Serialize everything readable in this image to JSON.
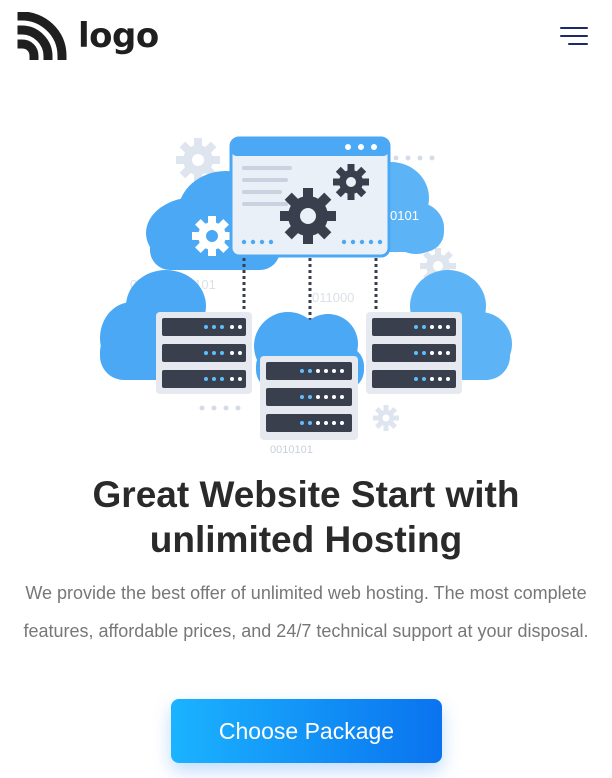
{
  "header": {
    "logo_text": "logo",
    "logo_icon": "rss-waves-icon",
    "menu_icon": "hamburger-menu-icon"
  },
  "hero": {
    "illustration_texts": {
      "binary_top": "0101",
      "binary_left": "001011000101",
      "binary_mid": "011000",
      "binary_bottom": "0010101"
    },
    "title_line1": "Great Website Start with",
    "title_line2": "unlimited Hosting",
    "description": "We provide the best offer of unlimited web hosting. The most complete features, affordable prices, and 24/7 technical support at your disposal.",
    "cta_label": "Choose Package"
  },
  "colors": {
    "accent_start": "#1bb3ff",
    "accent_end": "#0a73ef",
    "cloud_blue": "#4aa8f5",
    "server_dark": "#3a3f4d",
    "menu_icon": "#1c2a6b"
  }
}
